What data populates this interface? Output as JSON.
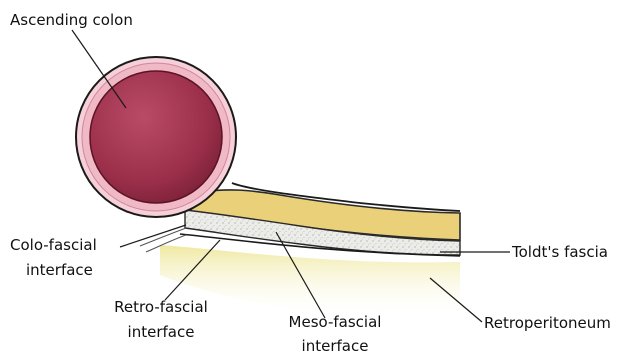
{
  "labels": {
    "ascending_colon": "Ascending colon",
    "colo_fascial_line1": "Colo-fascial",
    "colo_fascial_line2": "interface",
    "retro_fascial_line1": "Retro-fascial",
    "retro_fascial_line2": "interface",
    "meso_fascial_line1": "Meso-fascial",
    "meso_fascial_line2": "interface",
    "toldts_fascia": "Toldt's fascia",
    "retroperitoneum": "Retroperitoneum"
  },
  "colors": {
    "colon_lumen": "#9b2f4a",
    "colon_wall": "#f1b8c6",
    "mesentery_fat": "#e9d079",
    "fascia": "#e6e6e2",
    "retroperitoneum": "#f3eeb2",
    "outline": "#1a1a1a"
  }
}
